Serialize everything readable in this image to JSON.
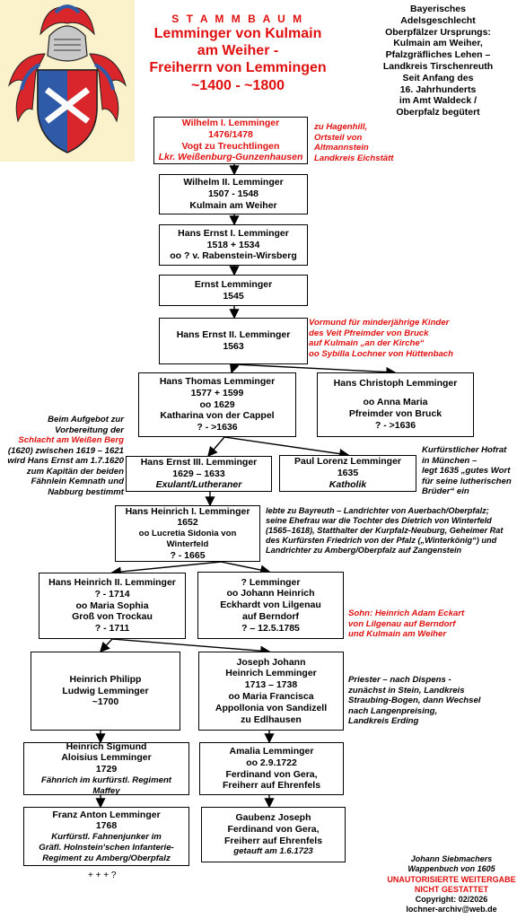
{
  "header": {
    "stammbaum": "S T A M M B A U M",
    "title_lines": [
      "Lemminger von Kulmain",
      "am Weiher -",
      "Freiherrn von Lemmingen",
      "~1400 - ~1800"
    ]
  },
  "info": [
    "Bayerisches",
    "Adelsgeschlecht",
    "Oberpfälzer Ursprungs:",
    "Kulmain am Weiher,",
    "Pfalzgräfliches Lehen –",
    "Landkreis Tirschenreuth",
    "Seit Anfang des",
    "16. Jahrhunderts",
    "im Amt Waldeck /",
    "Oberpfalz begütert"
  ],
  "boxes": {
    "wilhelm1": [
      "Wilhelm I. Lemminger",
      "1476/1478",
      "Vogt zu Treuchtlingen",
      "Lkr. Weißenburg-Gunzenhausen"
    ],
    "wilhelm2": [
      "Wilhelm II. Lemminger",
      "1507 - 1548",
      "Kulmain am Weiher"
    ],
    "hansernst1": [
      "Hans Ernst  I. Lemminger",
      "1518 + 1534",
      "oo ? v. Rabenstein-Wirsberg"
    ],
    "ernst": [
      "Ernst  Lemminger",
      "1545"
    ],
    "hansernst2": [
      "Hans Ernst  II. Lemminger",
      "1563"
    ],
    "hansthomas": [
      "Hans Thomas Lemminger",
      "1577 + 1599",
      "oo 1629",
      "Katharina von der Cappel",
      "? - >1636"
    ],
    "hanschristoph": [
      "Hans Christoph  Lemminger",
      "",
      "oo Anna Maria",
      "Pfreimder von Bruck",
      "? - >1636"
    ],
    "hansernst3": [
      "Hans Ernst  III. Lemminger",
      "1629 – 1633",
      "Exulant/Lutheraner"
    ],
    "paullorenz": [
      "Paul Lorenz Lemminger",
      "1635",
      "Katholik"
    ],
    "hansheinrich1": [
      "Hans Heinrich I. Lemminger",
      "1652",
      "oo Lucretia Sidonia von Winterfeld",
      "? - 1665"
    ],
    "hansheinrich2": [
      "Hans Heinrich II. Lemminger",
      "? - 1714",
      "oo Maria Sophia",
      "Groß von Trockau",
      "? - 1711"
    ],
    "unknown": [
      "? Lemminger",
      "oo Johann Heinrich",
      "Eckhardt von Lilgenau",
      "auf Berndorf",
      "? – 12.5.1785"
    ],
    "heinrichphilipp": [
      "Heinrich Philipp",
      "Ludwig Lemminger",
      "~1700"
    ],
    "josephjohann": [
      "Joseph Johann",
      "Heinrich Lemminger",
      "1713 – 1738",
      "oo Maria Francisca",
      "Appollonia von  Sandizell",
      "zu Edlhausen"
    ],
    "heinrichsigmund": [
      "Heinrich Sigmund",
      "Aloisius Lemminger",
      "1729",
      "Fähnrich im kurfürstl. Regiment Maffey"
    ],
    "amalia": [
      "Amalia Lemminger",
      "oo 2.9.1722",
      "Ferdinand von Gera,",
      "Freiherr auf Ehrenfels"
    ],
    "franzanton": [
      "Franz Anton Lemminger",
      "1768",
      "Kurfürstl. Fahnenjunker im",
      "Gräfl. Holnstein'schen Infanterie-",
      "Regiment zu Amberg/Oberpfalz"
    ],
    "gaubenz": [
      "Gaubenz Joseph",
      "Ferdinand von Gera,",
      "Freiherr auf Ehrenfels",
      "getauft am 1.6.1723"
    ]
  },
  "notes": {
    "hagenhill": [
      "zu Hagenhill,",
      "Ortsteil von",
      "Altmannstein",
      "Landkreis Eichstätt"
    ],
    "vormund": [
      "Vormund für minderjährige Kinder",
      "des Veit Pfreimder von Bruck",
      "auf Kulmain „an der Kirche“",
      "oo Sybilla Lochner von Hüttenbach"
    ],
    "aufgebot": [
      "Beim Aufgebot zur",
      "Vorbereitung der",
      "Schlacht am Weißen Berg",
      "(1620) zwischen 1619 – 1621",
      "wird Hans Ernst am 1.7.1620",
      "zum Kapitän der beiden",
      "Fähnlein Kemnath und",
      "Nabburg bestimmt"
    ],
    "hofrat": [
      "Kurfürstlicher Hofrat",
      "in München –",
      "legt 1635 „gutes Wort",
      "für seine lutherischen",
      "Brüder“ ein"
    ],
    "bayreuth": [
      "lebte zu Bayreuth – Landrichter von Auerbach/Oberpfalz;",
      "seine Ehefrau war die Tochter des Dietrich von Winterfeld",
      "(1565–1618), Statthalter der Kurpfalz-Neuburg, Geheimer Rat",
      "des Kurfürsten Friedrich von der Pfalz („Winterkönig“) und",
      "Landrichter zu Amberg/Oberpfalz auf Zangenstein"
    ],
    "sohn": [
      "Sohn: Heinrich Adam Eckart",
      "von Lilgenau auf Berndorf",
      "und Kulmain am Weiher"
    ],
    "priester": [
      "Priester – nach Dispens -",
      "zunächst in Stein, Landkreis",
      "Straubing-Bogen,  dann Wechsel",
      "nach Langenpreising,",
      "Landkreis Erding"
    ],
    "plus": "+ + + ?"
  },
  "footer": [
    "Johann Siebmachers",
    "Wappenbuch von 1605",
    "UNAUTORISIERTE  WEITERGABE",
    "NICHT GESTATTET",
    "Copyright: 02/2026",
    "lochner-archiv@web.de"
  ],
  "colors": {
    "accent": "#e01010",
    "wappen_bg": "#fbf2cc",
    "wappen_red": "#d8262b",
    "wappen_blue": "#2f5aa8"
  }
}
